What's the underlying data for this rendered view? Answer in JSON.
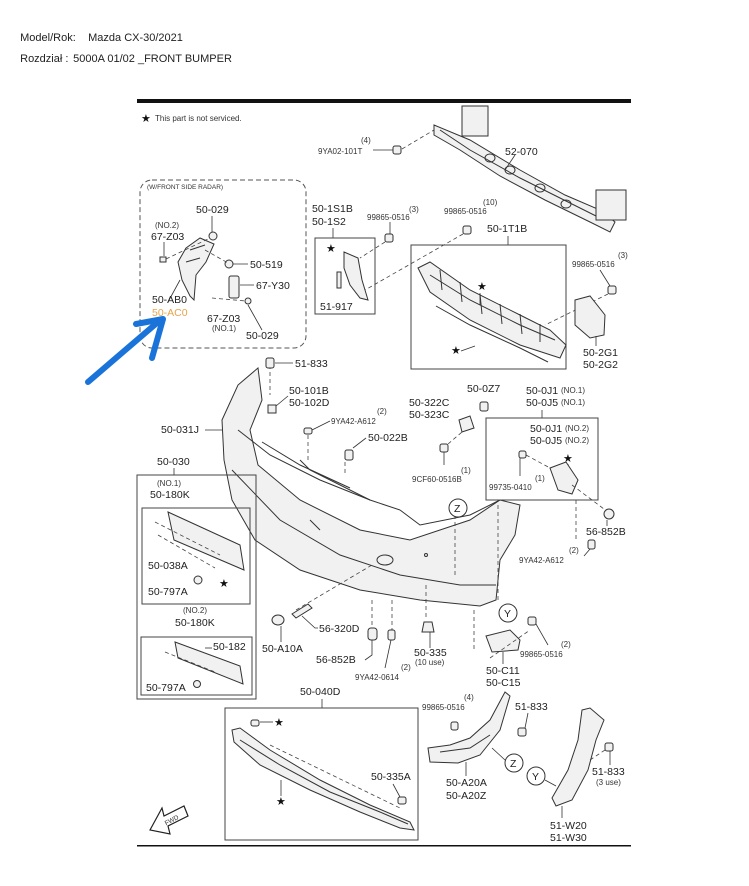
{
  "header": {
    "model_label": "Model/Rok:",
    "model_value": "Mazda CX-30/2021",
    "section_label": "Rozdział :",
    "section_value": "5000A 01/02 _FRONT BUMPER"
  },
  "diagram": {
    "legend": "This part is not serviced.",
    "legend_icon": "star-icon",
    "radar_group_title": "(W/FRONT SIDE RADAR)",
    "highlight_color": "#e8a24a",
    "annotation_arrow_color": "#1a73d9",
    "callouts": {
      "p9YA02_101T": "9YA02-101T",
      "p9YA02_101T_qty": "(4)",
      "p52_070": "52-070",
      "p50_029_a": "50-029",
      "p67_Z03_no2": "67-Z03",
      "no2_a": "(NO.2)",
      "p50_519": "50-519",
      "p67_Y30": "67-Y30",
      "p50_AB0": "50-AB0",
      "p50_AC0": "50-AC0",
      "p67_Z03_no1": "67-Z03",
      "no1_a": "(NO.1)",
      "p50_029_b": "50-029",
      "p50_1S1B": "50-1S1B",
      "p50_1S2": "50-1S2",
      "p51_917": "51-917",
      "p99865_0516_a": "99865-0516",
      "p99865_0516_a_qty": "(3)",
      "p99865_0516_b": "99865-0516",
      "p99865_0516_b_qty": "(10)",
      "p50_1T1B": "50-1T1B",
      "p99865_0516_c": "99865-0516",
      "p99865_0516_c_qty": "(3)",
      "p50_2G1": "50-2G1",
      "p50_2G2": "50-2G2",
      "p51_833_a": "51-833",
      "p50_101B": "50-101B",
      "p50_102D": "50-102D",
      "p50_031J": "50-031J",
      "p9YA42_A612_a": "9YA42-A612",
      "p9YA42_A612_a_qty": "(2)",
      "p50_022B": "50-022B",
      "p50_322C": "50-322C",
      "p50_323C": "50-323C",
      "p50_0Z7": "50-0Z7",
      "p9CF60_0516B": "9CF60-0516B",
      "p9CF60_0516B_qty": "(1)",
      "p50_0J1_no1": "50-0J1",
      "p50_0J5_no1": "50-0J5",
      "no1_b": "(NO.1)",
      "no1_c": "(NO.1)",
      "p50_0J1_no2": "50-0J1",
      "p50_0J5_no2": "50-0J5",
      "no2_b": "(NO.2)",
      "no2_c": "(NO.2)",
      "p99735_0410": "99735-0410",
      "p99735_0410_qty": "(1)",
      "p56_852B_a": "56-852B",
      "p9YA42_A612_b": "9YA42-A612",
      "p9YA42_A612_b_qty": "(2)",
      "p50_030": "50-030",
      "no1_d": "(NO.1)",
      "p50_180K_a": "50-180K",
      "p50_038A": "50-038A",
      "p50_797A_a": "50-797A",
      "no2_d": "(NO.2)",
      "p50_180K_b": "50-180K",
      "p50_182": "50-182",
      "p50_797A_b": "50-797A",
      "p56_320D": "56-320D",
      "p50_A10A": "50-A10A",
      "p56_852B_b": "56-852B",
      "p9YA42_0614": "9YA42-0614",
      "p9YA42_0614_qty": "(2)",
      "p50_335": "50-335",
      "p50_335_use": "(10 use)",
      "p99865_0516_d": "99865-0516",
      "p99865_0516_d_qty": "(2)",
      "p50_C11": "50-C11",
      "p50_C15": "50-C15",
      "p50_040D": "50-040D",
      "p50_335A": "50-335A",
      "p99865_0516_e": "99865-0516",
      "p99865_0516_e_qty": "(4)",
      "p51_833_b": "51-833",
      "p50_A20A": "50-A20A",
      "p50_A20Z": "50-A20Z",
      "p51_833_c": "51-833",
      "p51_833_c_use": "(3 use)",
      "p51_W20": "51-W20",
      "p51_W30": "51-W30",
      "ref_Z": "Z",
      "ref_Y": "Y",
      "fwd": "FWD"
    }
  }
}
